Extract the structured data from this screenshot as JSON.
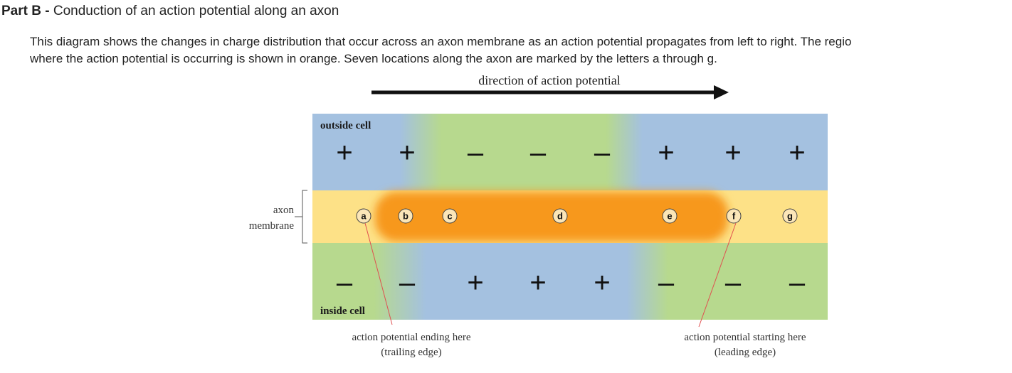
{
  "header": {
    "part_label": "Part B -",
    "part_title": "Conduction of an action potential along an axon"
  },
  "intro": {
    "line1": "This diagram shows the changes in charge distribution that occur across an axon membrane as an action potential propagates from left to right. The regio",
    "line2": "where the action potential is occurring is shown in orange. Seven locations along the axon are marked by the letters a through g."
  },
  "diagram": {
    "direction_label": "direction of action potential",
    "outside_label": "outside cell",
    "inside_label": "inside cell",
    "membrane_label_line1": "axon",
    "membrane_label_line2": "membrane",
    "outside_charges": [
      "+",
      "+",
      "–",
      "–",
      "–",
      "+",
      "+",
      "+"
    ],
    "inside_charges": [
      "–",
      "–",
      "+",
      "+",
      "+",
      "–",
      "–",
      "–"
    ],
    "locations": [
      "a",
      "b",
      "c",
      "d",
      "e",
      "f",
      "g"
    ],
    "trailing_label_line1": "action potential ending here",
    "trailing_label_line2": "(trailing edge)",
    "leading_label_line1": "action potential starting here",
    "leading_label_line2": "(leading edge)",
    "colors": {
      "blue": "#a4c1e0",
      "green": "#b7d98e",
      "membrane_yellow": "#fde187",
      "action_potential_orange": "#f7981f",
      "pointer_red": "#e05050"
    }
  }
}
